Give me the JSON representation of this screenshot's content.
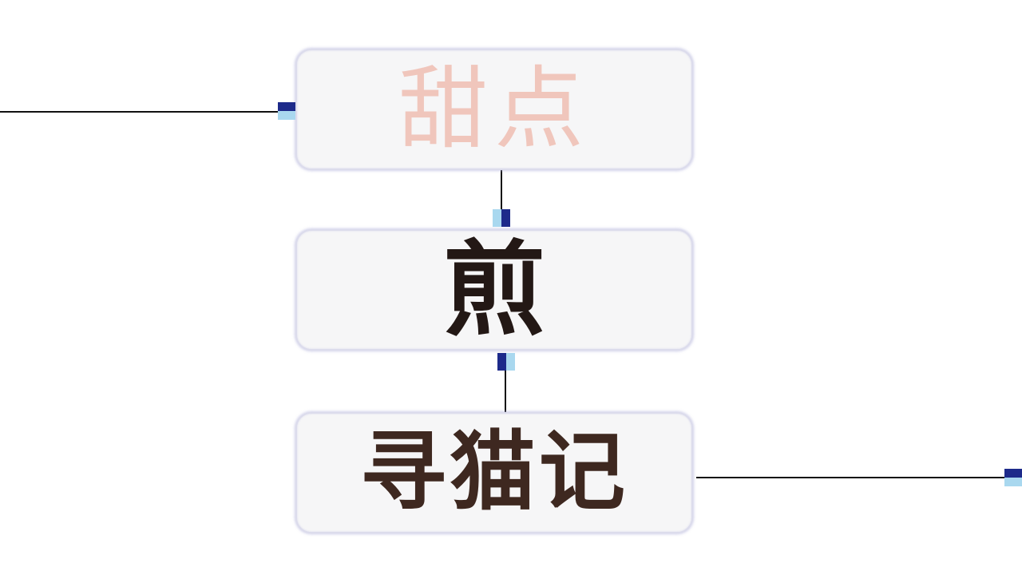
{
  "nodes": {
    "top": {
      "label": "甜点",
      "color": "#f0c6bc"
    },
    "middle": {
      "label": "煎",
      "color": "#231815"
    },
    "bottom": {
      "label": "寻猫记",
      "color": "#3e2820"
    }
  },
  "colors": {
    "node_fill": "#f6f6f7",
    "node_border": "#dcdcec",
    "wire": "#111111",
    "port_dark": "#1d2a8a",
    "port_light": "#a9d8ef"
  }
}
